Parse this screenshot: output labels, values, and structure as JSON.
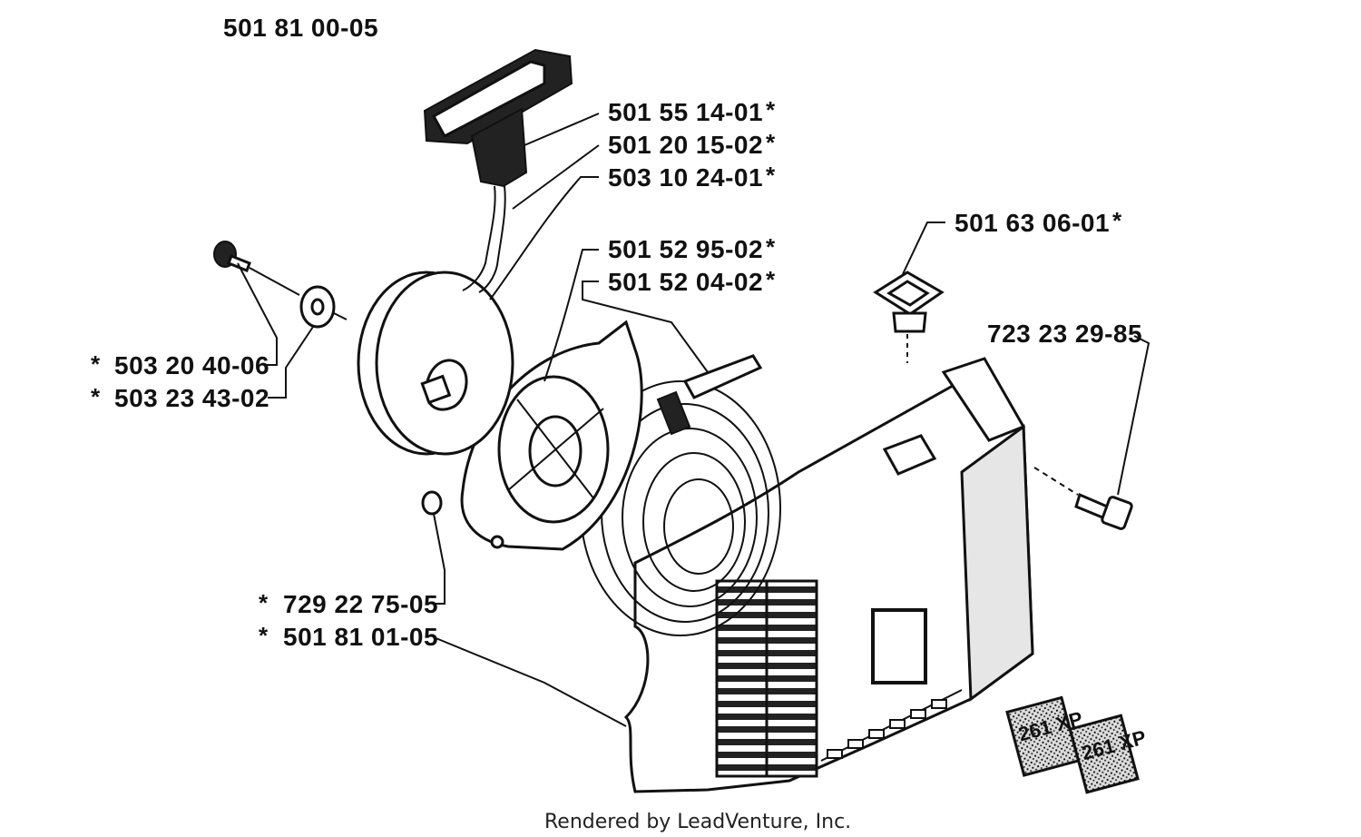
{
  "assembly_number": "501 81 00-05",
  "labels": {
    "handle": {
      "part": "501 55 14-01",
      "star": "*"
    },
    "rope_lock": {
      "part": "501 20 15-02",
      "star": "*"
    },
    "rope": {
      "part": "503 10 24-01",
      "star": "*"
    },
    "spring_cassette": {
      "part": "501 52 95-02",
      "star": "*"
    },
    "spring": {
      "part": "501 52 04-02",
      "star": "*"
    },
    "bushing": {
      "part": "501 63 06-01",
      "star": "*"
    },
    "screw_right": {
      "part": "723 23 29-85"
    },
    "center_screw": {
      "part": "503 20 40-06",
      "star": "*"
    },
    "washer": {
      "part": "503 23 43-02",
      "star": "*"
    },
    "small_screw": {
      "part": "729 22 75-05",
      "star": "*"
    },
    "starter_cover": {
      "part": "501 81 01-05",
      "star": "*"
    }
  },
  "decal_text": "261 XP",
  "footer": "Rendered by LeadVenture, Inc."
}
